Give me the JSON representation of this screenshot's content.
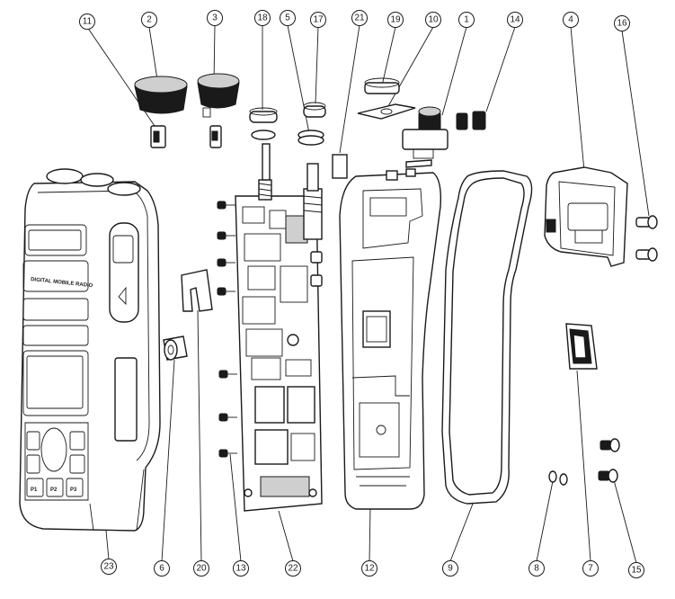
{
  "colors": {
    "line": "#1a1a1a",
    "background": "#ffffff",
    "shade": "#cfcfcf"
  },
  "front_panel": {
    "model_text": "DIGITAL MOBILE RADIO",
    "key_p1": "P1",
    "key_p2": "P2",
    "key_p3": "P3"
  },
  "callouts": [
    {
      "id": "1"
    },
    {
      "id": "2"
    },
    {
      "id": "3"
    },
    {
      "id": "4"
    },
    {
      "id": "5"
    },
    {
      "id": "6"
    },
    {
      "id": "7"
    },
    {
      "id": "8"
    },
    {
      "id": "9"
    },
    {
      "id": "10"
    },
    {
      "id": "11"
    },
    {
      "id": "12"
    },
    {
      "id": "13"
    },
    {
      "id": "14"
    },
    {
      "id": "15"
    },
    {
      "id": "16"
    },
    {
      "id": "17"
    },
    {
      "id": "18"
    },
    {
      "id": "19"
    },
    {
      "id": "20"
    },
    {
      "id": "21"
    },
    {
      "id": "22"
    },
    {
      "id": "23"
    }
  ]
}
